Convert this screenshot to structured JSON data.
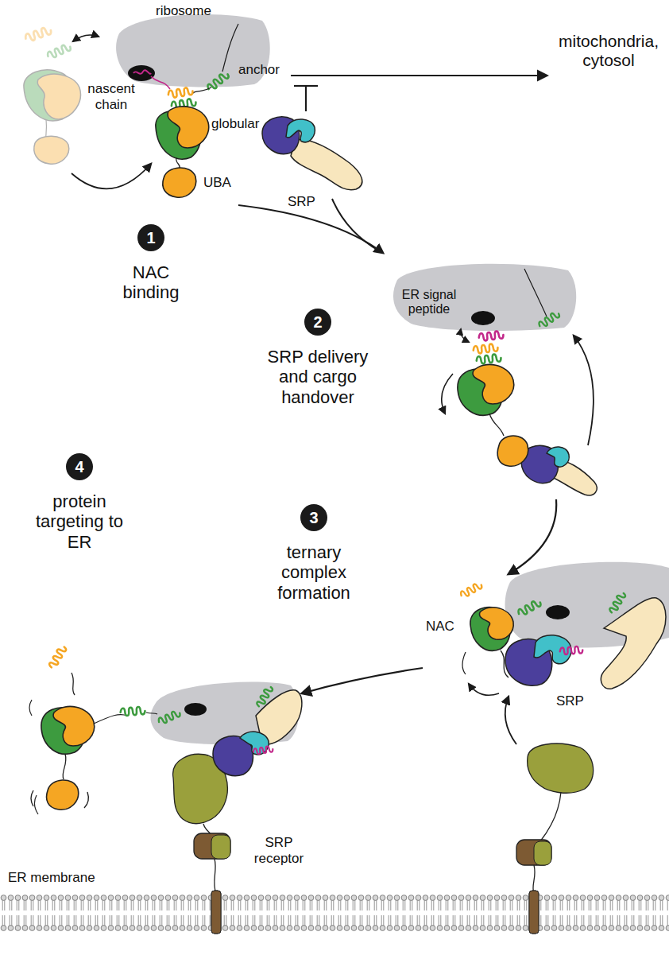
{
  "diagram": {
    "nodes": [
      {
        "text": [
          "1",
          "NAC binding"
        ]
      },
      {
        "text": [
          "2",
          "SRP delivery and cargo handover"
        ]
      },
      {
        "text": [
          "3",
          "ternary complex formation"
        ]
      },
      {
        "text": [
          "4",
          "protein targeting to ER"
        ]
      }
    ],
    "labels": [
      "ribosome",
      "anchor",
      "nascent chain",
      "globular",
      "UBA",
      "mitochondria, cytosol",
      "SRP",
      "ER signal peptide",
      "NAC",
      "SRP",
      "SRP receptor",
      "ER membrane"
    ]
  }
}
